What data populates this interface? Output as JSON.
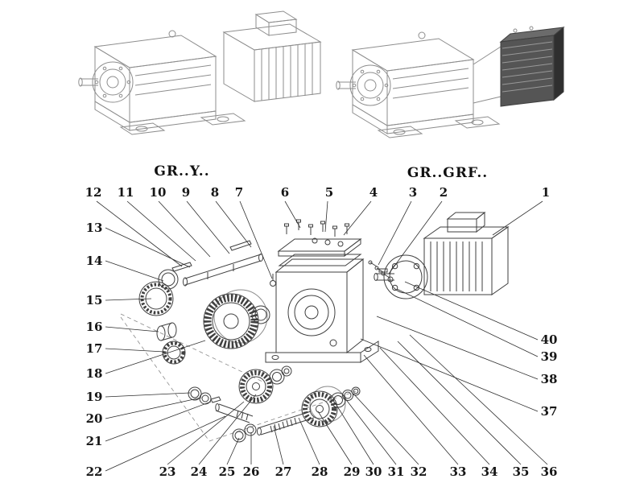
{
  "document": {
    "variant_label_left": "GR..Y..",
    "variant_label_right": "GR..GRF.."
  },
  "callouts": [
    "1",
    "2",
    "3",
    "4",
    "5",
    "6",
    "7",
    "8",
    "9",
    "10",
    "11",
    "12",
    "13",
    "14",
    "15",
    "16",
    "17",
    "18",
    "19",
    "20",
    "21",
    "22",
    "23",
    "24",
    "25",
    "26",
    "27",
    "28",
    "29",
    "30",
    "31",
    "32",
    "33",
    "34",
    "35",
    "36",
    "37",
    "38",
    "39",
    "40"
  ],
  "colors": {
    "background": "#ffffff",
    "drawing_line": "#3f3f3f",
    "light_drawing_line": "#8d8d8d",
    "text": "#161616",
    "dark_block_fill": "#555555"
  }
}
